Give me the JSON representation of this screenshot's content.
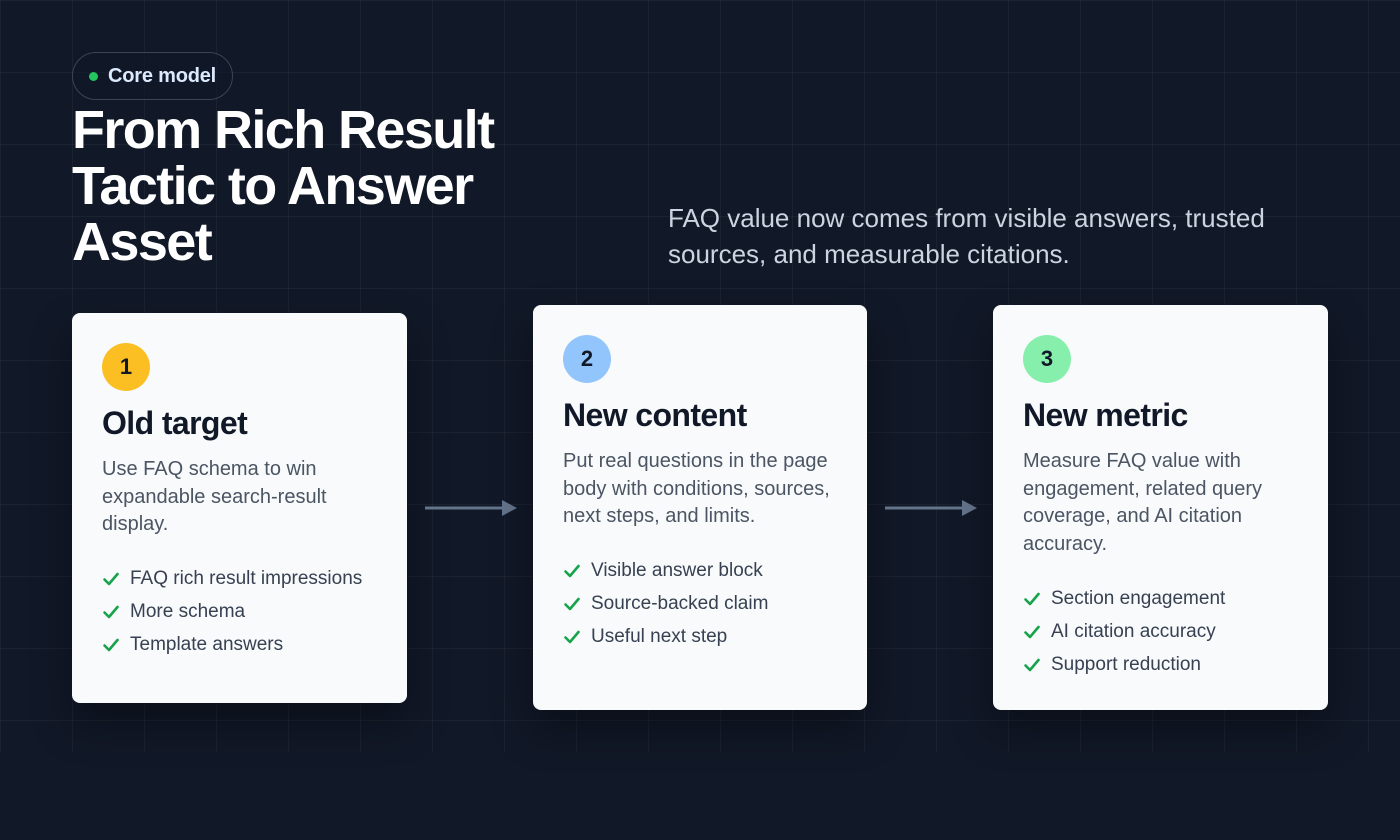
{
  "badge": {
    "label": "Core model"
  },
  "title": "From Rich Result Tactic to Answer Asset",
  "subtitle": "FAQ value now comes from visible answers, trusted sources, and measurable citations.",
  "colors": {
    "background": "#111827",
    "card": "#f8fafc",
    "check": "#16a34a",
    "arrow": "#64748b",
    "step1": "#fbbf24",
    "step2": "#93c5fd",
    "step3": "#86efac"
  },
  "cards": [
    {
      "number": "1",
      "title": "Old target",
      "description": "Use FAQ schema to win expandable search-result display.",
      "items": [
        "FAQ rich result impressions",
        "More schema",
        "Template answers"
      ]
    },
    {
      "number": "2",
      "title": "New content",
      "description": "Put real questions in the page body with conditions, sources, next steps, and limits.",
      "items": [
        "Visible answer block",
        "Source-backed claim",
        "Useful next step"
      ]
    },
    {
      "number": "3",
      "title": "New metric",
      "description": "Measure FAQ value with engagement, related query coverage, and AI citation accuracy.",
      "items": [
        "Section engagement",
        "AI citation accuracy",
        "Support reduction"
      ]
    }
  ]
}
